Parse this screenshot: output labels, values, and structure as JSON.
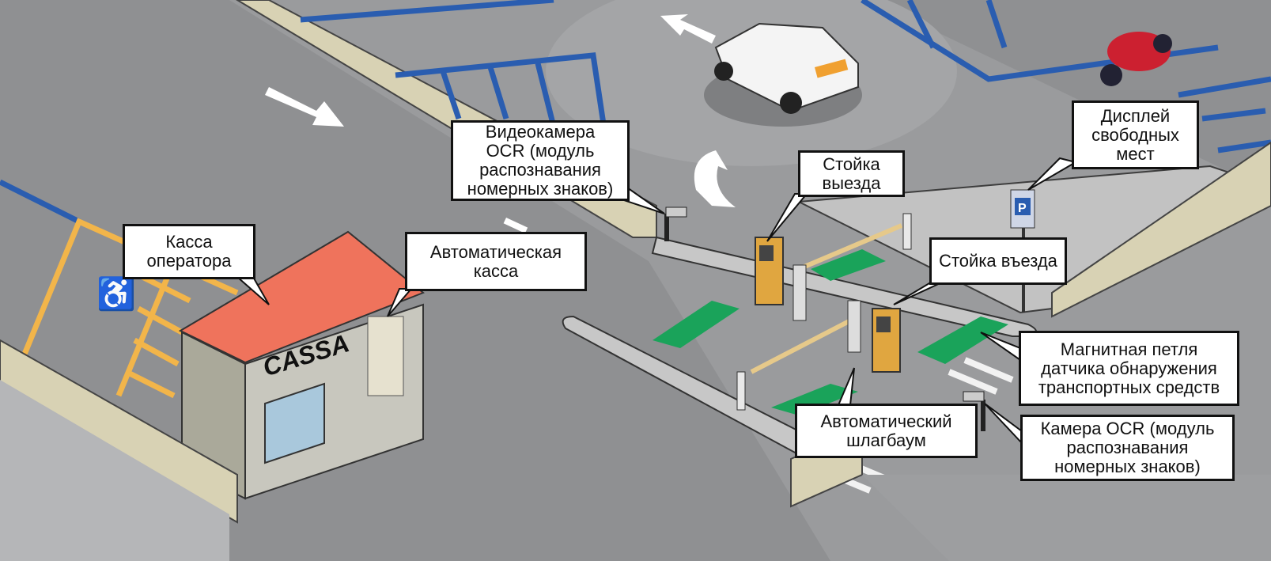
{
  "labels": {
    "video_camera": "Видеокамера\nOCR (модуль\nраспознавания\nномерных знаков)",
    "operator_cashier": "Касса\nоператора",
    "auto_cashier": "Автоматическая\nкасса",
    "exit_terminal": "Стойка\nвыезда",
    "display": "Дисплей\nсвободных\nмест",
    "entry_terminal": "Стойка въезда",
    "magnetic_loop": "Магнитная петля\nдатчика обнаружения\nтранспортных средств",
    "ocr_camera": "Камера OCR (модуль\nраспознавания\nномерных знаков)",
    "barrier": "Автоматический\nшлагбаум"
  },
  "booth_sign": "CASSA",
  "colors": {
    "road": "#8f9092",
    "lane_blue": "#2a5db0",
    "loop_green": "#1aa35a",
    "roof": "#ef735c",
    "terminal": "#e0a640",
    "handicap": "#f2b54a"
  }
}
